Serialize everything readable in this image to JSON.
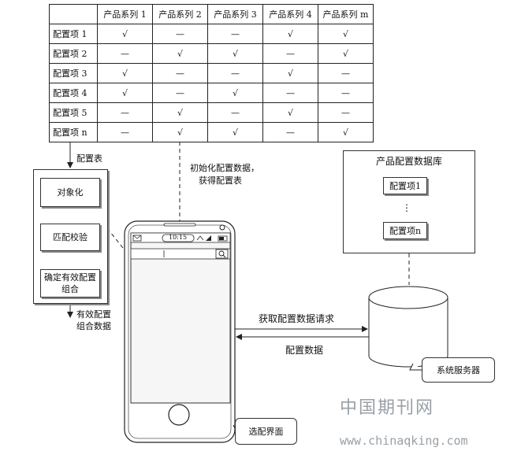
{
  "config_table": {
    "corner": "",
    "columns": [
      "产品系列 1",
      "产品系列 2",
      "产品系列 3",
      "产品系列 4",
      "产品系列 m"
    ],
    "rows": [
      {
        "label": "配置项 1",
        "cells": [
          "√",
          "—",
          "—",
          "√",
          "√"
        ]
      },
      {
        "label": "配置项 2",
        "cells": [
          "—",
          "√",
          "√",
          "—",
          "√"
        ]
      },
      {
        "label": "配置项 3",
        "cells": [
          "√",
          "—",
          "—",
          "√",
          "—"
        ]
      },
      {
        "label": "配置项 4",
        "cells": [
          "√",
          "—",
          "√",
          "—",
          "—"
        ]
      },
      {
        "label": "配置项 5",
        "cells": [
          "—",
          "√",
          "—",
          "√",
          "—"
        ]
      },
      {
        "label": "配置项 n",
        "cells": [
          "—",
          "√",
          "√",
          "—",
          "√"
        ]
      }
    ]
  },
  "labels": {
    "config_table_label": "配置表",
    "init_line1": "初始化配置数据，",
    "init_line2": "获得配置表",
    "valid_line1": "有效配置",
    "valid_line2": "组合数据",
    "request": "获取配置数据请求",
    "response": "配置数据"
  },
  "process": {
    "step1": "对象化",
    "step2": "匹配校验",
    "step3_line1": "确定有效配置",
    "step3_line2": "组合"
  },
  "database": {
    "title": "产品配置数据库",
    "item_first": "配置项1",
    "ellipsis": "⋮",
    "item_last": "配置项n"
  },
  "phone": {
    "time": "10:15"
  },
  "callouts": {
    "server": "系统服务器",
    "ui": "选配界面"
  },
  "watermark": {
    "cn": "中国期刊网",
    "url": "www.chinaqking.com"
  }
}
